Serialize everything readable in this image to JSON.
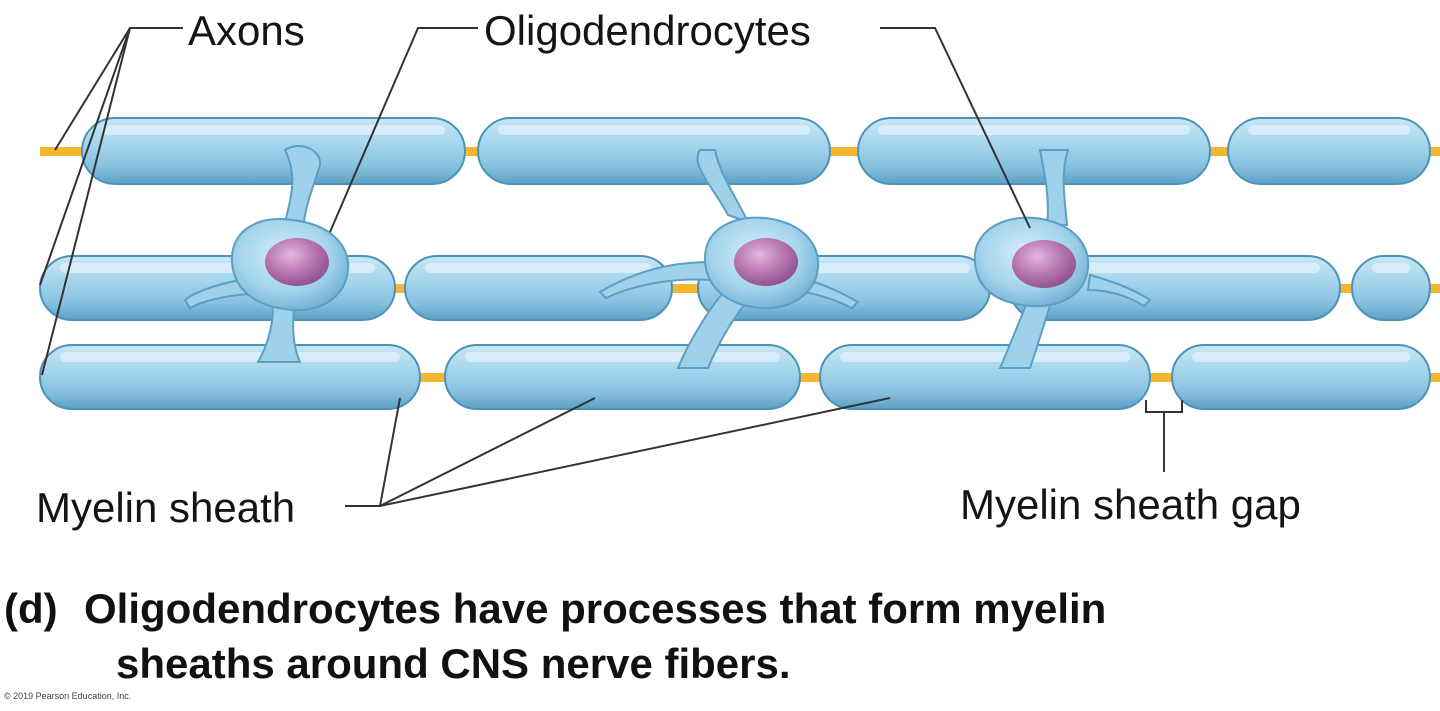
{
  "labels": {
    "axons": "Axons",
    "oligodendrocytes": "Oligodendrocytes",
    "myelin_sheath": "Myelin sheath",
    "myelin_sheath_gap": "Myelin sheath gap"
  },
  "caption": {
    "marker": "(d)",
    "line1": "Oligodendrocytes have processes that form myelin",
    "line2": "sheaths around CNS nerve fibers."
  },
  "copyright": "© 2019 Pearson Education, Inc.",
  "colors": {
    "sheath": "#9fd2ea",
    "sheath_edge": "#4d93b8",
    "axon": "#f2b630",
    "nucleus": "#b36fae",
    "leader_line": "#333333"
  }
}
